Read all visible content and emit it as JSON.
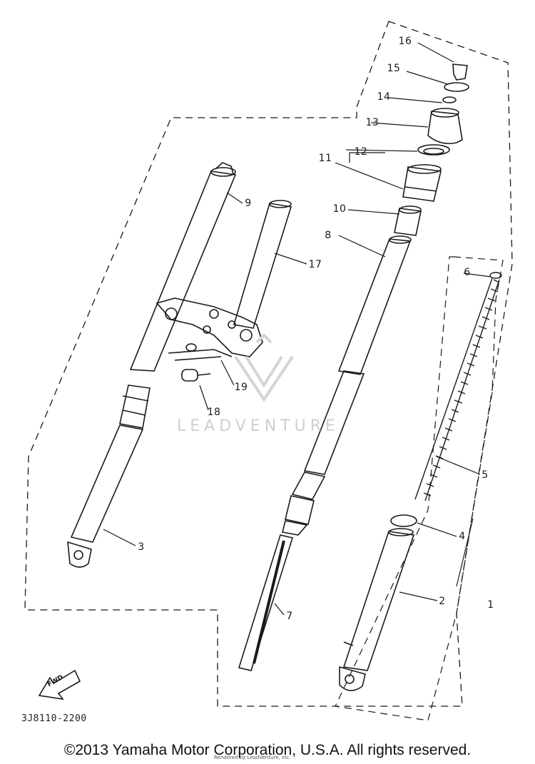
{
  "diagram": {
    "callouts": [
      {
        "id": "c1",
        "text": "1"
      },
      {
        "id": "c2",
        "text": "2"
      },
      {
        "id": "c3",
        "text": "3"
      },
      {
        "id": "c4",
        "text": "4"
      },
      {
        "id": "c5",
        "text": "5"
      },
      {
        "id": "c6",
        "text": "6"
      },
      {
        "id": "c7",
        "text": "7"
      },
      {
        "id": "c8",
        "text": "8"
      },
      {
        "id": "c9",
        "text": "9"
      },
      {
        "id": "c10",
        "text": "10"
      },
      {
        "id": "c11",
        "text": "11"
      },
      {
        "id": "c12",
        "text": "12"
      },
      {
        "id": "c13",
        "text": "13"
      },
      {
        "id": "c14",
        "text": "14"
      },
      {
        "id": "c15",
        "text": "15"
      },
      {
        "id": "c16",
        "text": "16"
      },
      {
        "id": "c17",
        "text": "17"
      },
      {
        "id": "c18",
        "text": "18"
      },
      {
        "id": "c19",
        "text": "19"
      }
    ],
    "fwd_label": "FWD",
    "drawing_code": "3J8110-2200",
    "watermark": "LEADVENTURE"
  },
  "footer": {
    "copyright": "©2013 Yamaha Motor Corporation, U.S.A. All rights reserved.",
    "subline": "Rendered by LeadVenture, Inc."
  },
  "colors": {
    "line": "#1a1a1a",
    "background": "#ffffff",
    "watermark": "#cfcfcf"
  }
}
